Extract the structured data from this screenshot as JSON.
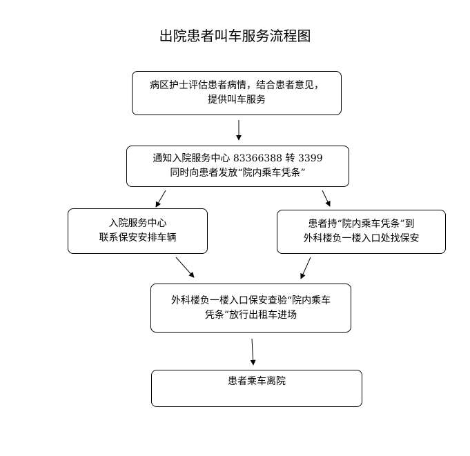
{
  "title": "出院患者叫车服务流程图",
  "nodes": {
    "step1": {
      "line1": "病区护士评估患者病情，结合患者意见，",
      "line2": "提供叫车服务"
    },
    "step2": {
      "line1": "通知入院服务中心 83366388 转 3399",
      "line2": "同时向患者发放“院内乘车凭条”"
    },
    "step3a": {
      "line1": "入院服务中心",
      "line2": "联系保安安排车辆"
    },
    "step3b": {
      "line1": "患者持“院内乘车凭条”到",
      "line2": "外科楼负一楼入口处找保安"
    },
    "step4": {
      "line1": "外科楼负一楼入口保安查验“院内乘车",
      "line2": "凭条”放行出租车进场"
    },
    "step5": {
      "line1": "患者乘车离院"
    }
  }
}
